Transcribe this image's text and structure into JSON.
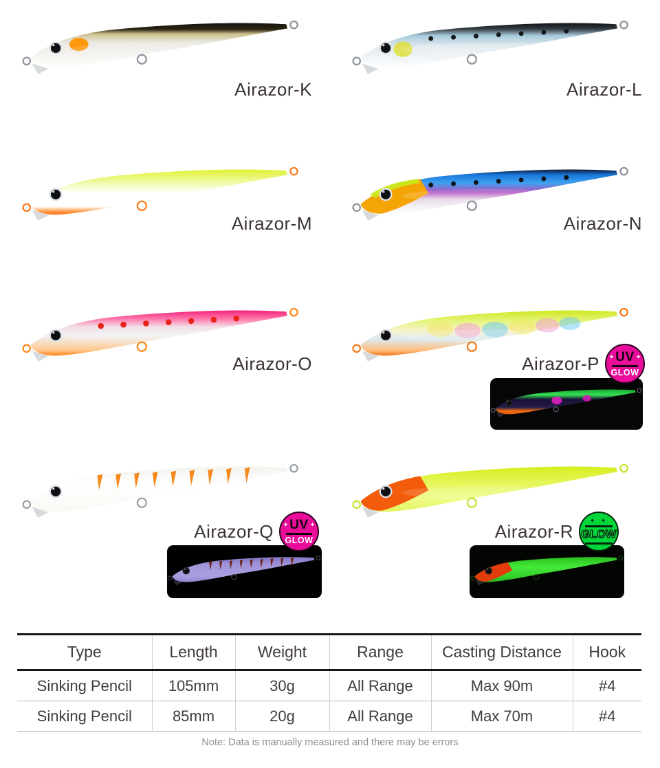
{
  "lures": [
    {
      "label": "Airazor-K",
      "ring": "#8d939a",
      "gradient": [
        [
          0,
          "#17130d"
        ],
        [
          0.14,
          "#2b2415"
        ],
        [
          0.24,
          "#cdc08c"
        ],
        [
          0.42,
          "#eae8e1"
        ],
        [
          1,
          "#ffffff"
        ]
      ],
      "blotch": "#ff9400"
    },
    {
      "label": "Airazor-L",
      "ring": "#8d939a",
      "gradient": [
        [
          0,
          "#0f1316"
        ],
        [
          0.13,
          "#343c42"
        ],
        [
          0.28,
          "#a8cbdc"
        ],
        [
          0.52,
          "#e2e9ee"
        ],
        [
          1,
          "#ffffff"
        ]
      ],
      "patches": [
        [
          87,
          62,
          16,
          13,
          "#dddf30",
          0.8
        ]
      ],
      "spots": {
        "color": "#15181c",
        "r": 4
      }
    },
    {
      "label": "Airazor-M",
      "ring": "#ff7a1e",
      "gradient": [
        [
          0,
          "#e0f233"
        ],
        [
          0.3,
          "#f1f9ad"
        ],
        [
          0.52,
          "#ffffff"
        ],
        [
          0.82,
          "#ffffff"
        ],
        [
          0.92,
          "#ffa04e"
        ],
        [
          1,
          "#ff6f16"
        ]
      ]
    },
    {
      "label": "Airazor-N",
      "ring": "#8d939a",
      "gradient": [
        [
          0,
          "#0c1a33"
        ],
        [
          0.12,
          "#1a77dd"
        ],
        [
          0.3,
          "#3fa2ef"
        ],
        [
          0.5,
          "#b052c0"
        ],
        [
          0.66,
          "#e6d9e8"
        ],
        [
          0.85,
          "#f6f4f6"
        ],
        [
          1,
          "#ffffff"
        ]
      ],
      "spots": {
        "color": "#101318",
        "r": 4
      },
      "head": "#f5a405",
      "crown": "#c8e818"
    },
    {
      "label": "Airazor-O",
      "ring": "#ff8618",
      "gradient": [
        [
          0,
          "#f02278"
        ],
        [
          0.18,
          "#ff74aa"
        ],
        [
          0.36,
          "#f2dee6"
        ],
        [
          0.56,
          "#f0f1f2"
        ],
        [
          0.88,
          "#ffc88e"
        ],
        [
          1,
          "#ff8212"
        ]
      ],
      "spots": {
        "color": "#e8231a",
        "r": 5
      }
    },
    {
      "label": "Airazor-P",
      "ring": "#f07818",
      "gradient": [
        [
          0,
          "#d0e81f"
        ],
        [
          0.24,
          "#e6f480"
        ],
        [
          0.45,
          "#f8f3cd"
        ],
        [
          0.62,
          "#dcebf2"
        ],
        [
          0.88,
          "#ffbe7e"
        ],
        [
          1,
          "#f07616"
        ]
      ],
      "patches": [
        [
          150,
          50,
          22,
          13,
          "#f2e460",
          0.5
        ],
        [
          196,
          52,
          22,
          13,
          "#f29ad2",
          0.5
        ],
        [
          242,
          50,
          22,
          13,
          "#66c8f2",
          0.5
        ],
        [
          288,
          46,
          22,
          13,
          "#f2e460",
          0.5
        ],
        [
          330,
          43,
          20,
          12,
          "#f29ad2",
          0.5
        ],
        [
          368,
          40,
          18,
          11,
          "#66c8f2",
          0.5
        ]
      ],
      "badge": {
        "style": "uv",
        "top": "UV",
        "bottom": "GLOW",
        "spark": "✦"
      },
      "inset": {
        "bg": "#060606",
        "ring": "#5a5a6e",
        "gradient": [
          [
            0,
            "#17a930"
          ],
          [
            0.22,
            "#35e055"
          ],
          [
            0.4,
            "#191234"
          ],
          [
            0.72,
            "#251c4a"
          ],
          [
            0.87,
            "#ef6c10"
          ],
          [
            1,
            "#e45a08"
          ]
        ],
        "patches": [
          [
            205,
            52,
            16,
            12,
            "#e020c0",
            0.9
          ],
          [
            298,
            45,
            13,
            10,
            "#cf17af",
            0.9
          ]
        ]
      }
    },
    {
      "label": "Airazor-Q",
      "ring": "#9aa0a6",
      "gradient": [
        [
          0,
          "#f2f2ee"
        ],
        [
          0.4,
          "#ffffff"
        ],
        [
          1,
          "#f8f8f4"
        ]
      ],
      "stripes": "#f5891c",
      "badge": {
        "style": "uv",
        "top": "UV",
        "bottom": "GLOW",
        "spark": "✦"
      },
      "inset": {
        "bg": "#000000",
        "ring": "#3c3c46",
        "gradient": [
          [
            0,
            "#8276c6"
          ],
          [
            0.3,
            "#a094da"
          ],
          [
            0.75,
            "#aaa0e0"
          ],
          [
            1,
            "#9184d0"
          ]
        ],
        "stripes": "#6e2414"
      }
    },
    {
      "label": "Airazor-R",
      "ring": "#c6e02c",
      "gradient": [
        [
          0,
          "#d6ee1e"
        ],
        [
          0.35,
          "#e4f658"
        ],
        [
          0.72,
          "#effc8a"
        ],
        [
          1,
          "#e2f45c"
        ]
      ],
      "head": "#f25c0a",
      "badge": {
        "style": "glow",
        "bottom": "GLOW",
        "spark": "✦ ✦"
      },
      "inset": {
        "bg": "#020502",
        "ring": "#164214",
        "gradient": [
          [
            0,
            "#2bbf1f"
          ],
          [
            0.4,
            "#44e93a"
          ],
          [
            0.8,
            "#33cf2a"
          ],
          [
            1,
            "#23ab1e"
          ]
        ],
        "head": "#e23c0c"
      }
    }
  ],
  "table": {
    "headers": [
      "Type",
      "Length",
      "Weight",
      "Range",
      "Casting Distance",
      "Hook"
    ],
    "rows": [
      [
        "Sinking Pencil",
        "105mm",
        "30g",
        "All Range",
        "Max 90m",
        "#4"
      ],
      [
        "Sinking Pencil",
        "85mm",
        "20g",
        "All Range",
        "Max 70m",
        "#4"
      ]
    ]
  },
  "note": "Note: Data is manually measured and there may be errors",
  "accent_colors": {
    "uv_badge": "#e90d99",
    "glow_badge": "#00d638",
    "table_line": "#161616"
  }
}
